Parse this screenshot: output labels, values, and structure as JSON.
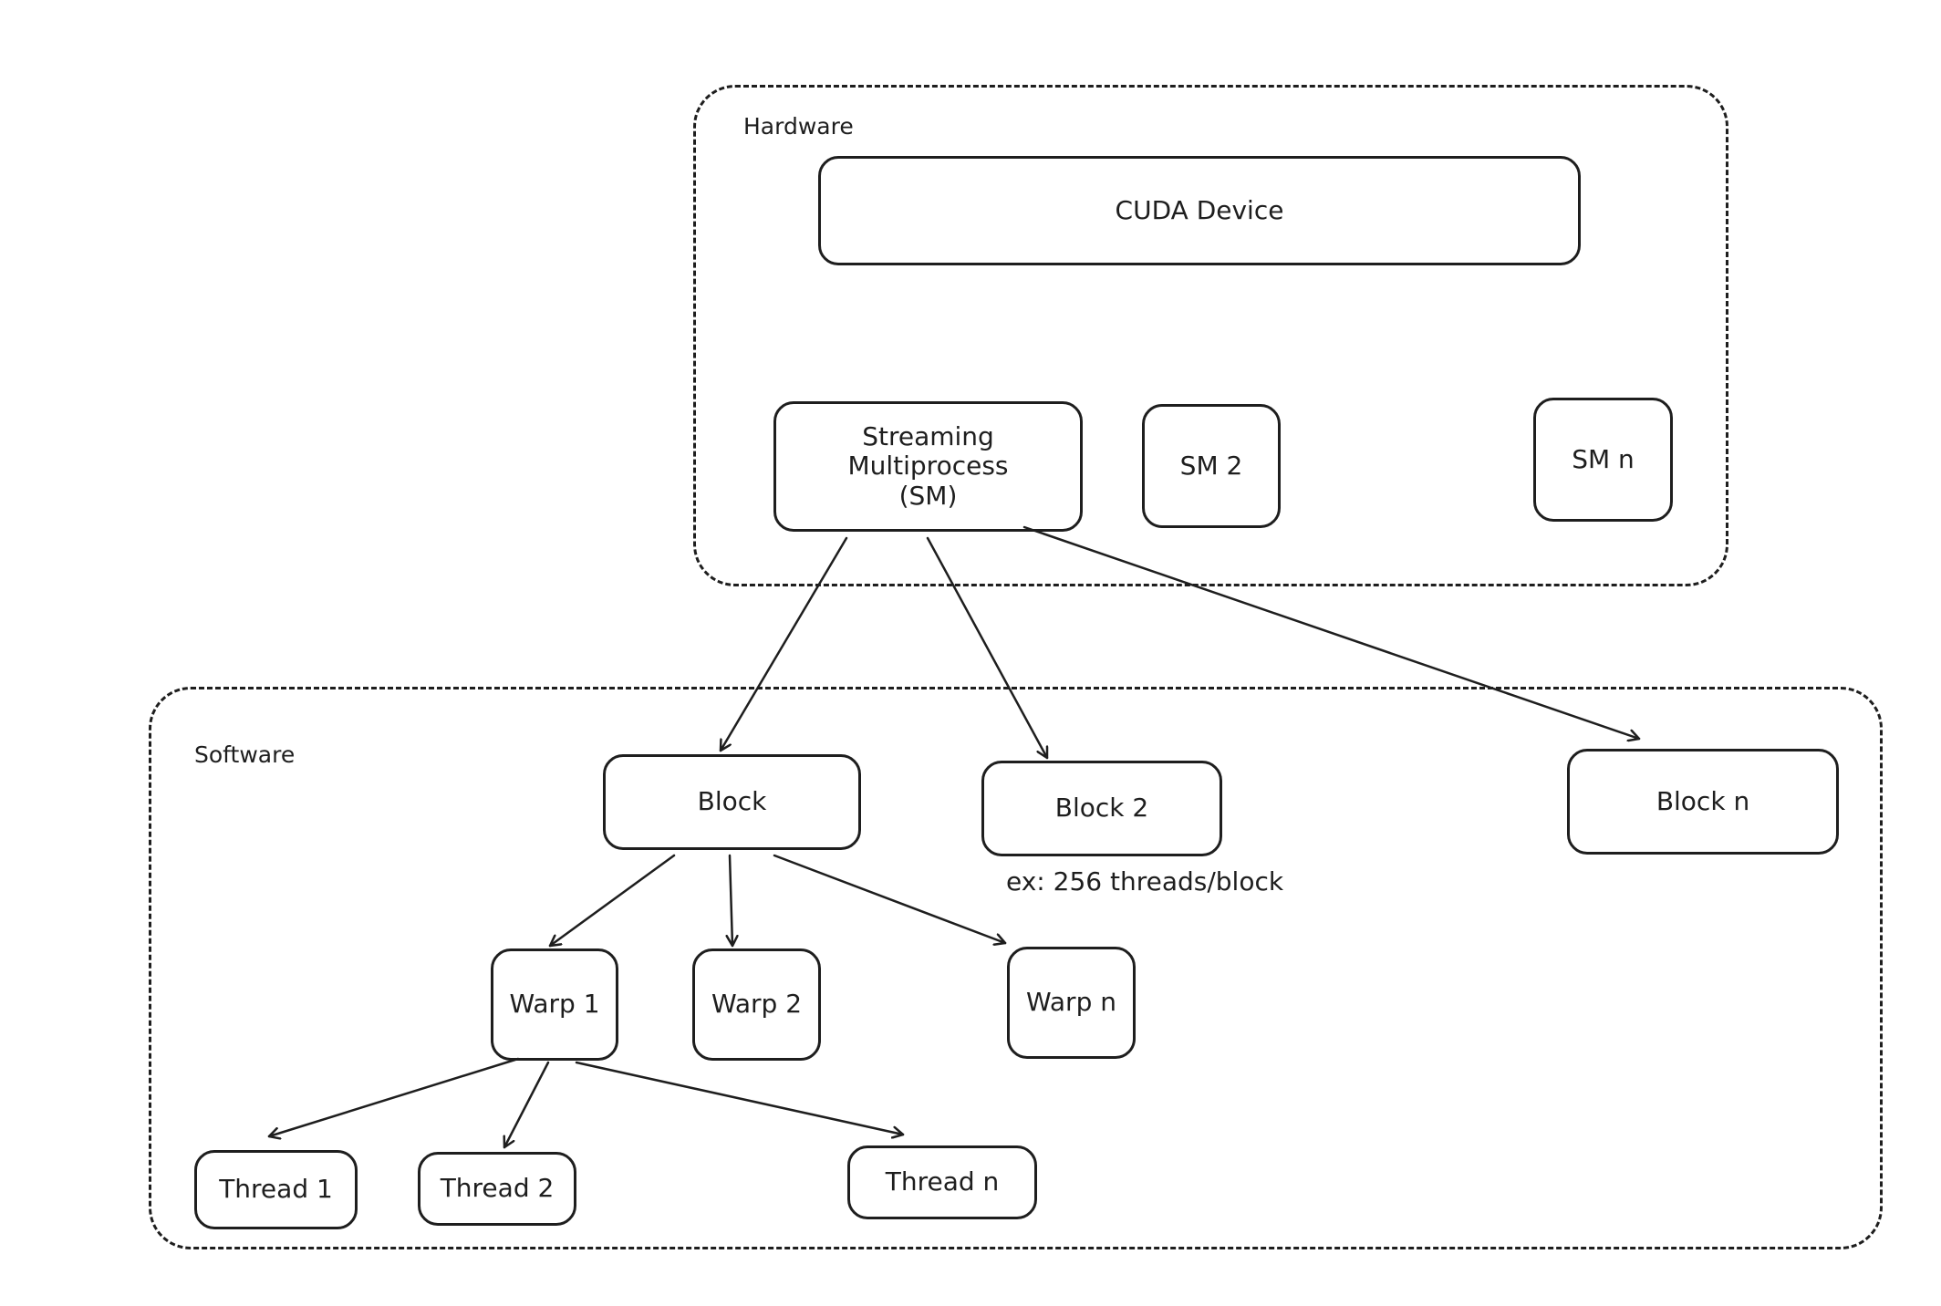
{
  "groups": {
    "hardware": "Hardware",
    "software": "Software"
  },
  "nodes": {
    "cuda_device": "CUDA Device",
    "sm_1_line1": "Streaming Multiprocess",
    "sm_1_line2": "(SM)",
    "sm_2": "SM 2",
    "sm_n": "SM n",
    "block_1": "Block",
    "block_2": "Block 2",
    "block_n": "Block n",
    "warp_1": "Warp 1",
    "warp_2": "Warp 2",
    "warp_n": "Warp n",
    "thread_1": "Thread 1",
    "thread_2": "Thread 2",
    "thread_n": "Thread n"
  },
  "annotations": {
    "threads_per_block": "ex: 256 threads/block"
  },
  "edges": [
    {
      "from": "sm_1",
      "to": "block_1"
    },
    {
      "from": "sm_1",
      "to": "block_2"
    },
    {
      "from": "sm_1",
      "to": "block_n"
    },
    {
      "from": "block_1",
      "to": "warp_1"
    },
    {
      "from": "block_1",
      "to": "warp_2"
    },
    {
      "from": "block_1",
      "to": "warp_n"
    },
    {
      "from": "warp_1",
      "to": "thread_1"
    },
    {
      "from": "warp_1",
      "to": "thread_2"
    },
    {
      "from": "warp_1",
      "to": "thread_n"
    }
  ],
  "colors": {
    "stroke": "#1e1e1e",
    "background": "#ffffff"
  }
}
